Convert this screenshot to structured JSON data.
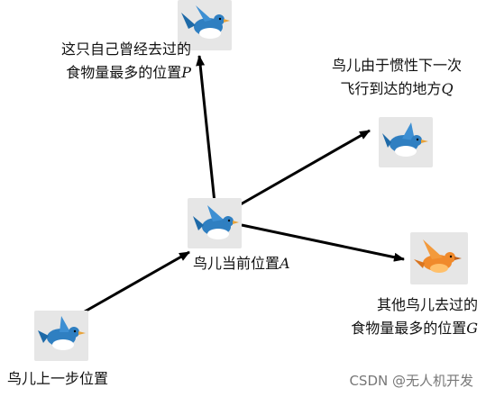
{
  "nodes": {
    "previous": {
      "text": "鸟儿上一步位置",
      "var": ""
    },
    "current": {
      "text": "鸟儿当前位置",
      "var": "A"
    },
    "personal_best": {
      "line1": "这只自己曾经去过的",
      "line2": "食物量最多的位置",
      "var": "P"
    },
    "inertia": {
      "line1": "鸟儿由于惯性下一次",
      "line2": "飞行到达的地方",
      "var": "Q"
    },
    "global_best": {
      "line1": "其他鸟儿去过的",
      "line2": "食物量最多的位置",
      "var": "G"
    }
  },
  "colors": {
    "blue_bird": "#2f7fc1",
    "orange_bird": "#f08a2c",
    "tile": "#e6e6e6",
    "arrow": "#000000"
  },
  "watermark": "CSDN @无人机开发"
}
